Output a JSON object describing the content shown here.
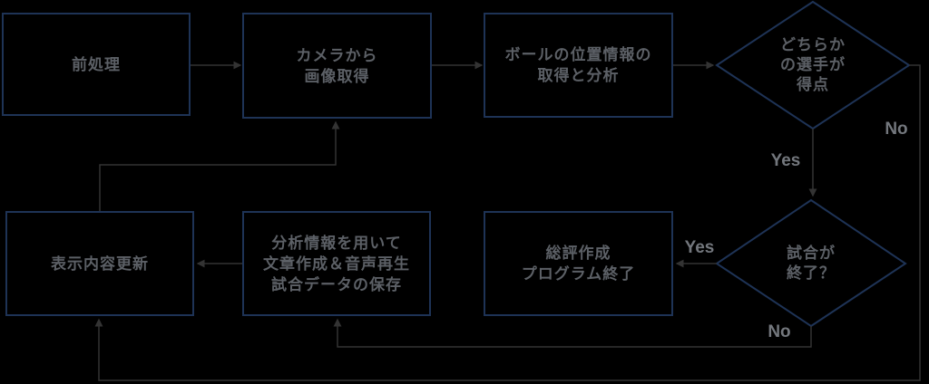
{
  "diagram": {
    "type": "flowchart",
    "colors": {
      "background": "#000000",
      "node_border": "#1e3356",
      "node_fill": "#000000",
      "node_text": "#5c6066",
      "edge_line": "#333333",
      "edge_label_text": "#73777d"
    },
    "nodes": {
      "preprocess": {
        "type": "process",
        "label": "前処理"
      },
      "camera": {
        "type": "process",
        "label": "カメラから\n画像取得"
      },
      "ball": {
        "type": "process",
        "label": "ボールの位置情報の\n取得と分析"
      },
      "score_decision": {
        "type": "decision",
        "label": "どちらか\nの選手が\n得点"
      },
      "end_decision": {
        "type": "decision",
        "label": "試合が\n終了？"
      },
      "summary": {
        "type": "process",
        "label": "総評作成\nプログラム終了"
      },
      "commentary": {
        "type": "process",
        "label": "分析情報を用いて\n文章作成＆音声再生\n試合データの保存"
      },
      "display": {
        "type": "process",
        "label": "表示内容更新"
      }
    },
    "edge_labels": {
      "score_yes": "Yes",
      "score_no": "No",
      "end_yes": "Yes",
      "end_no": "No"
    },
    "edges": [
      {
        "from": "preprocess",
        "to": "camera",
        "label": ""
      },
      {
        "from": "camera",
        "to": "ball",
        "label": ""
      },
      {
        "from": "ball",
        "to": "score_decision",
        "label": ""
      },
      {
        "from": "score_decision",
        "to": "end_decision",
        "label": "Yes"
      },
      {
        "from": "score_decision",
        "to": "display",
        "label": "No"
      },
      {
        "from": "end_decision",
        "to": "summary",
        "label": "Yes"
      },
      {
        "from": "end_decision",
        "to": "commentary",
        "label": "No"
      },
      {
        "from": "commentary",
        "to": "display",
        "label": ""
      },
      {
        "from": "display",
        "to": "camera",
        "label": ""
      }
    ]
  }
}
